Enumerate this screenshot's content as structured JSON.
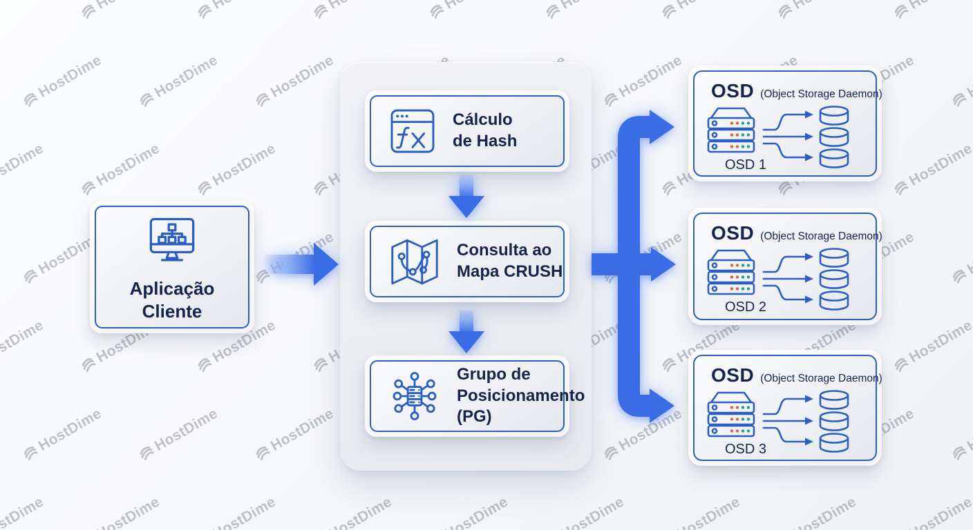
{
  "colors": {
    "accent": "#2a5fc0",
    "arrow": "#3a6ce6",
    "arrow_light": "#93b3f4",
    "text_navy": "#15244a",
    "dot_orange": "#e0622e",
    "dot_green": "#1fa378",
    "watermark_gray": "#70757f"
  },
  "watermark": {
    "text": "HostDime",
    "logo": "hostdime-globe-icon"
  },
  "client": {
    "label": "Aplicação\nCliente",
    "icon": "client-monitor-icon"
  },
  "pipeline": {
    "steps": [
      {
        "id": "hash",
        "label": "Cálculo\nde Hash",
        "icon": "function-window-icon"
      },
      {
        "id": "crush",
        "label": "Consulta ao\nMapa CRUSH",
        "icon": "crush-map-icon"
      },
      {
        "id": "pg",
        "label": "Grupo de\nPosicionamento\n(PG)",
        "icon": "placement-group-icon"
      }
    ]
  },
  "osd": {
    "title": "OSD",
    "subtitle": "(Object Storage Daemon)",
    "cards": [
      {
        "label": "OSD 1"
      },
      {
        "label": "OSD 2"
      },
      {
        "label": "OSD 3"
      }
    ]
  }
}
